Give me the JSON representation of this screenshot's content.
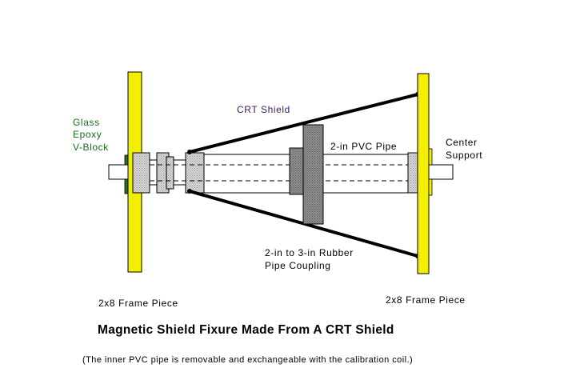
{
  "labels": {
    "v_block": [
      "Glass",
      "Epoxy",
      "V-Block"
    ],
    "crt_shield": "CRT Shield",
    "pvc_pipe": "2-in PVC Pipe",
    "center_support": [
      "Center",
      "Support"
    ],
    "rubber_coupling": [
      "2-in to 3-in Rubber",
      "Pipe Coupling"
    ],
    "frame_left": "2x8 Frame Piece",
    "frame_right": "2x8 Frame Piece"
  },
  "title": "Magnetic Shield Fixure Made From A CRT Shield",
  "note": "(The inner PVC pipe is removable and exchangeable with the calibration coil.)",
  "colors": {
    "frame_yellow": "#f2f000",
    "vblock_green": "#2f6b2f",
    "coupling_dark": "#888888",
    "coupling_light": "#cccccc",
    "shield_line": "#000000"
  }
}
